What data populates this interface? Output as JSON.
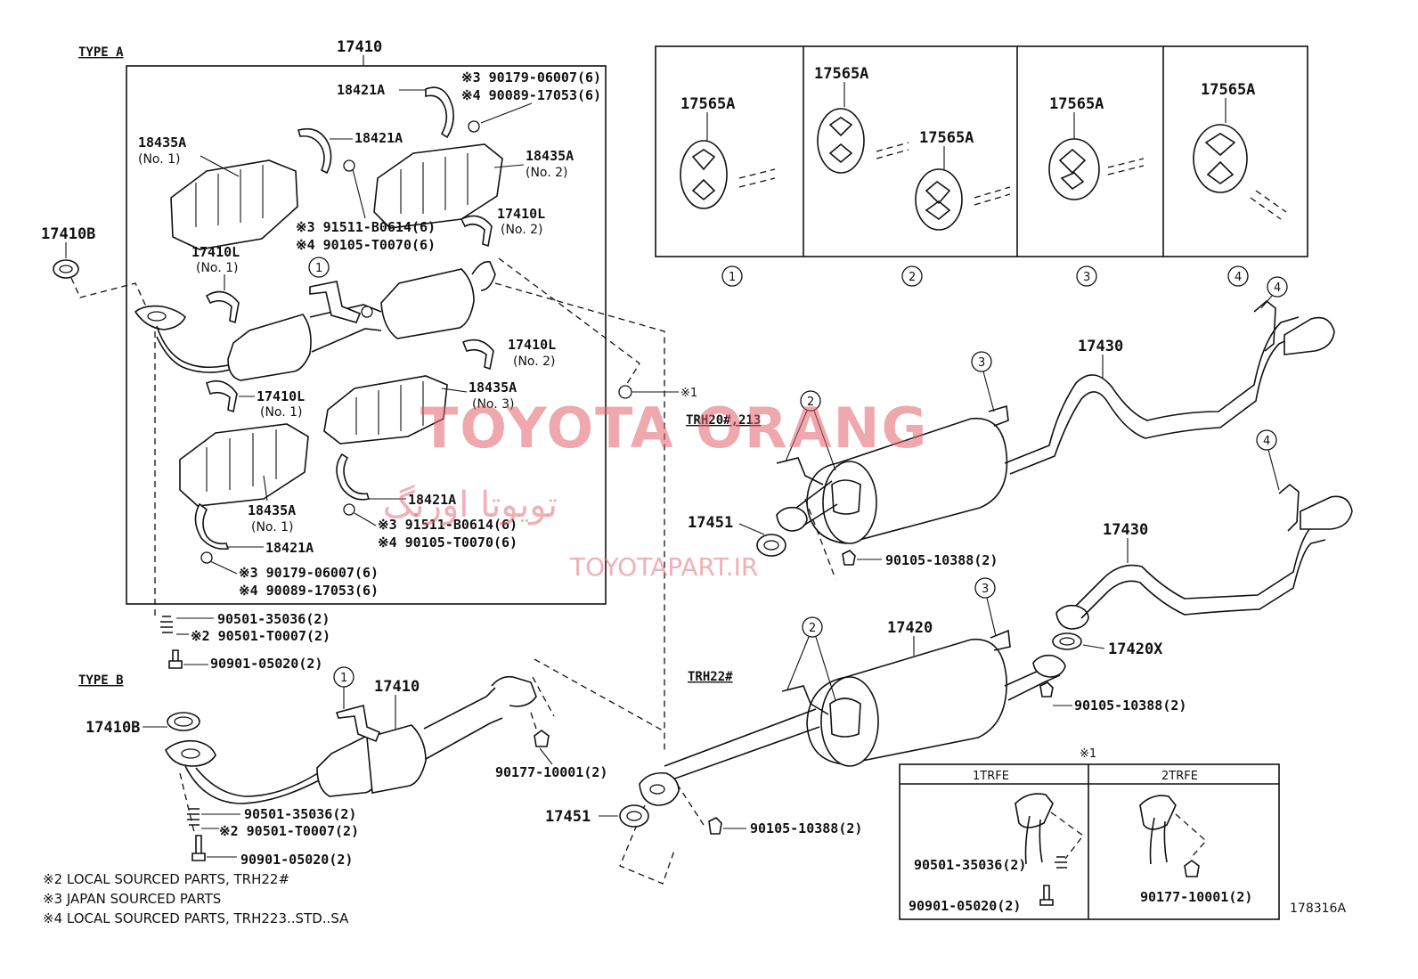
{
  "type_a": {
    "header": "TYPE A",
    "main_part": "17410",
    "labels": {
      "p18421A_top": "18421A",
      "p18421A_mid": "18421A",
      "p18435A_no1": "18435A",
      "p18435A_no1_sub": "(No. 1)",
      "p18435A_no2": "18435A",
      "p18435A_no2_sub": "(No. 2)",
      "p18435A_no3": "18435A",
      "p18435A_no3_sub": "(No. 3)",
      "p18435A_no1b": "18435A",
      "p18435A_no1b_sub": "(No. 1)",
      "p17410L_no2a": "17410L",
      "p17410L_no2a_sub": "(No. 2)",
      "p17410L_no1a": "17410L",
      "p17410L_no1a_sub": "(No. 1)",
      "p17410L_no2b": "17410L",
      "p17410L_no2b_sub": "(No. 2)",
      "p17410L_no1b": "17410L",
      "p17410L_no1b_sub": "(No. 1)",
      "p18421A_low1": "18421A",
      "p18421A_low2": "18421A",
      "n_top1": "※3 90179-06007(6)",
      "n_top2": "※4 90089-17053(6)",
      "n_mid1": "※3 91511-B0614(6)",
      "n_mid2": "※4 90105-T0070(6)",
      "n_low1": "※3 91511-B0614(6)",
      "n_low2": "※4 90105-T0070(6)",
      "n_bot1": "※3 90179-06007(6)",
      "n_bot2": "※4 90089-17053(6)",
      "callout_1": "1"
    },
    "gasket": "17410B",
    "bolts1": "90501-35036(2)",
    "bolts2": "※2 90501-T0007(2)",
    "bolts3": "90901-05020(2)",
    "nut_star1": "※1"
  },
  "type_b": {
    "header": "TYPE B",
    "main_part": "17410",
    "gasket": "17410B",
    "nut": "90177-10001(2)",
    "bolts1": "90501-35036(2)",
    "bolts2": "※2 90501-T0007(2)",
    "bolts3": "90901-05020(2)",
    "callout_1": "1"
  },
  "hangers": {
    "panels": [
      {
        "label": "17565A",
        "num": "1"
      },
      {
        "label": "17565A",
        "label2": "17565A",
        "num": "2"
      },
      {
        "label": "17565A",
        "num": "3"
      },
      {
        "label": "17565A",
        "num": "4"
      }
    ]
  },
  "trh20": {
    "header": "TRH20#,213",
    "tail": "17430",
    "gasket": "17451",
    "bolt": "90105-10388(2)",
    "c2": "2",
    "c3": "3",
    "c4": "4"
  },
  "trh22": {
    "header": "TRH22#",
    "tail": "17430",
    "center": "17420",
    "gasket_x": "17420X",
    "bolt1": "90105-10388(2)",
    "gasket": "17451",
    "bolt2": "90105-10388(2)",
    "c2": "2",
    "c3": "3",
    "c4": "4"
  },
  "detail_box": {
    "title": "※1",
    "col1": "1TRFE",
    "col2": "2TRFE",
    "c1_bolt1": "90501-35036(2)",
    "c1_bolt2": "90901-05020(2)",
    "c2_nut": "90177-10001(2)"
  },
  "notes": [
    "※2 LOCAL SOURCED PARTS, TRH22#",
    "※3 JAPAN SOURCED PARTS",
    "※4 LOCAL SOURCED PARTS, TRH223..STD..SA"
  ],
  "drawing_id": "178316A",
  "watermark": {
    "line1": "TOYOTA ORANG",
    "line2": "تویوتا اورنگ",
    "line3": "TOYOTAPART.IR"
  }
}
